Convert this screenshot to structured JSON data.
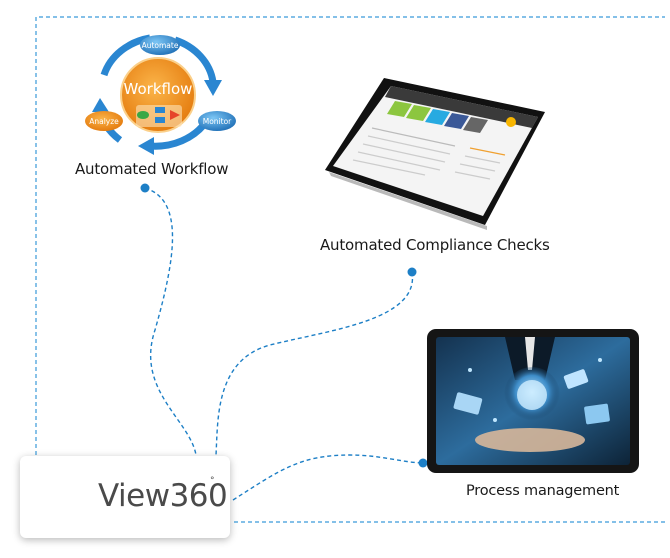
{
  "nodes": {
    "workflow": {
      "caption": "Automated Workflow",
      "center_text": "Workflow",
      "steps": [
        "Automate",
        "Monitor",
        "Analyze"
      ]
    },
    "compliance": {
      "caption": "Automated Compliance Checks"
    },
    "process": {
      "caption": "Process management"
    },
    "logo": {
      "brand": "View360",
      "mark": "°"
    }
  },
  "colors": {
    "connector": "#1d7fc6",
    "frame": "#3a9ad9",
    "workflow_orange": "#f39a1e",
    "cycle_blue": "#2a86d1"
  }
}
